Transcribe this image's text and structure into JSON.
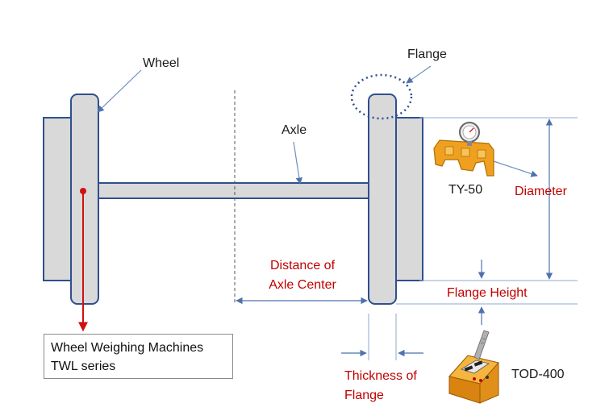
{
  "labels": {
    "wheel": "Wheel",
    "flange": "Flange",
    "axle": "Axle",
    "ty50": "TY-50",
    "diameter": "Diameter",
    "distance_axle_center": "Distance of\nAxle Center",
    "flange_height": "Flange Height",
    "thickness_of_flange": "Thickness of\nFlange",
    "tod400": "TOD-400",
    "wheel_weighing": "Wheel Weighing Machines\nTWL series"
  },
  "colors": {
    "wheel_fill": "#d9d9d9",
    "wheel_stroke": "#2f4f8f",
    "leader_line": "#6f8fc0",
    "red_text": "#c00000",
    "red_arrow": "#d01010",
    "device_orange": "#f0a020"
  },
  "icons": {
    "ty50_device": "flange-gauge-icon",
    "tod400_device": "digital-gauge-icon"
  }
}
